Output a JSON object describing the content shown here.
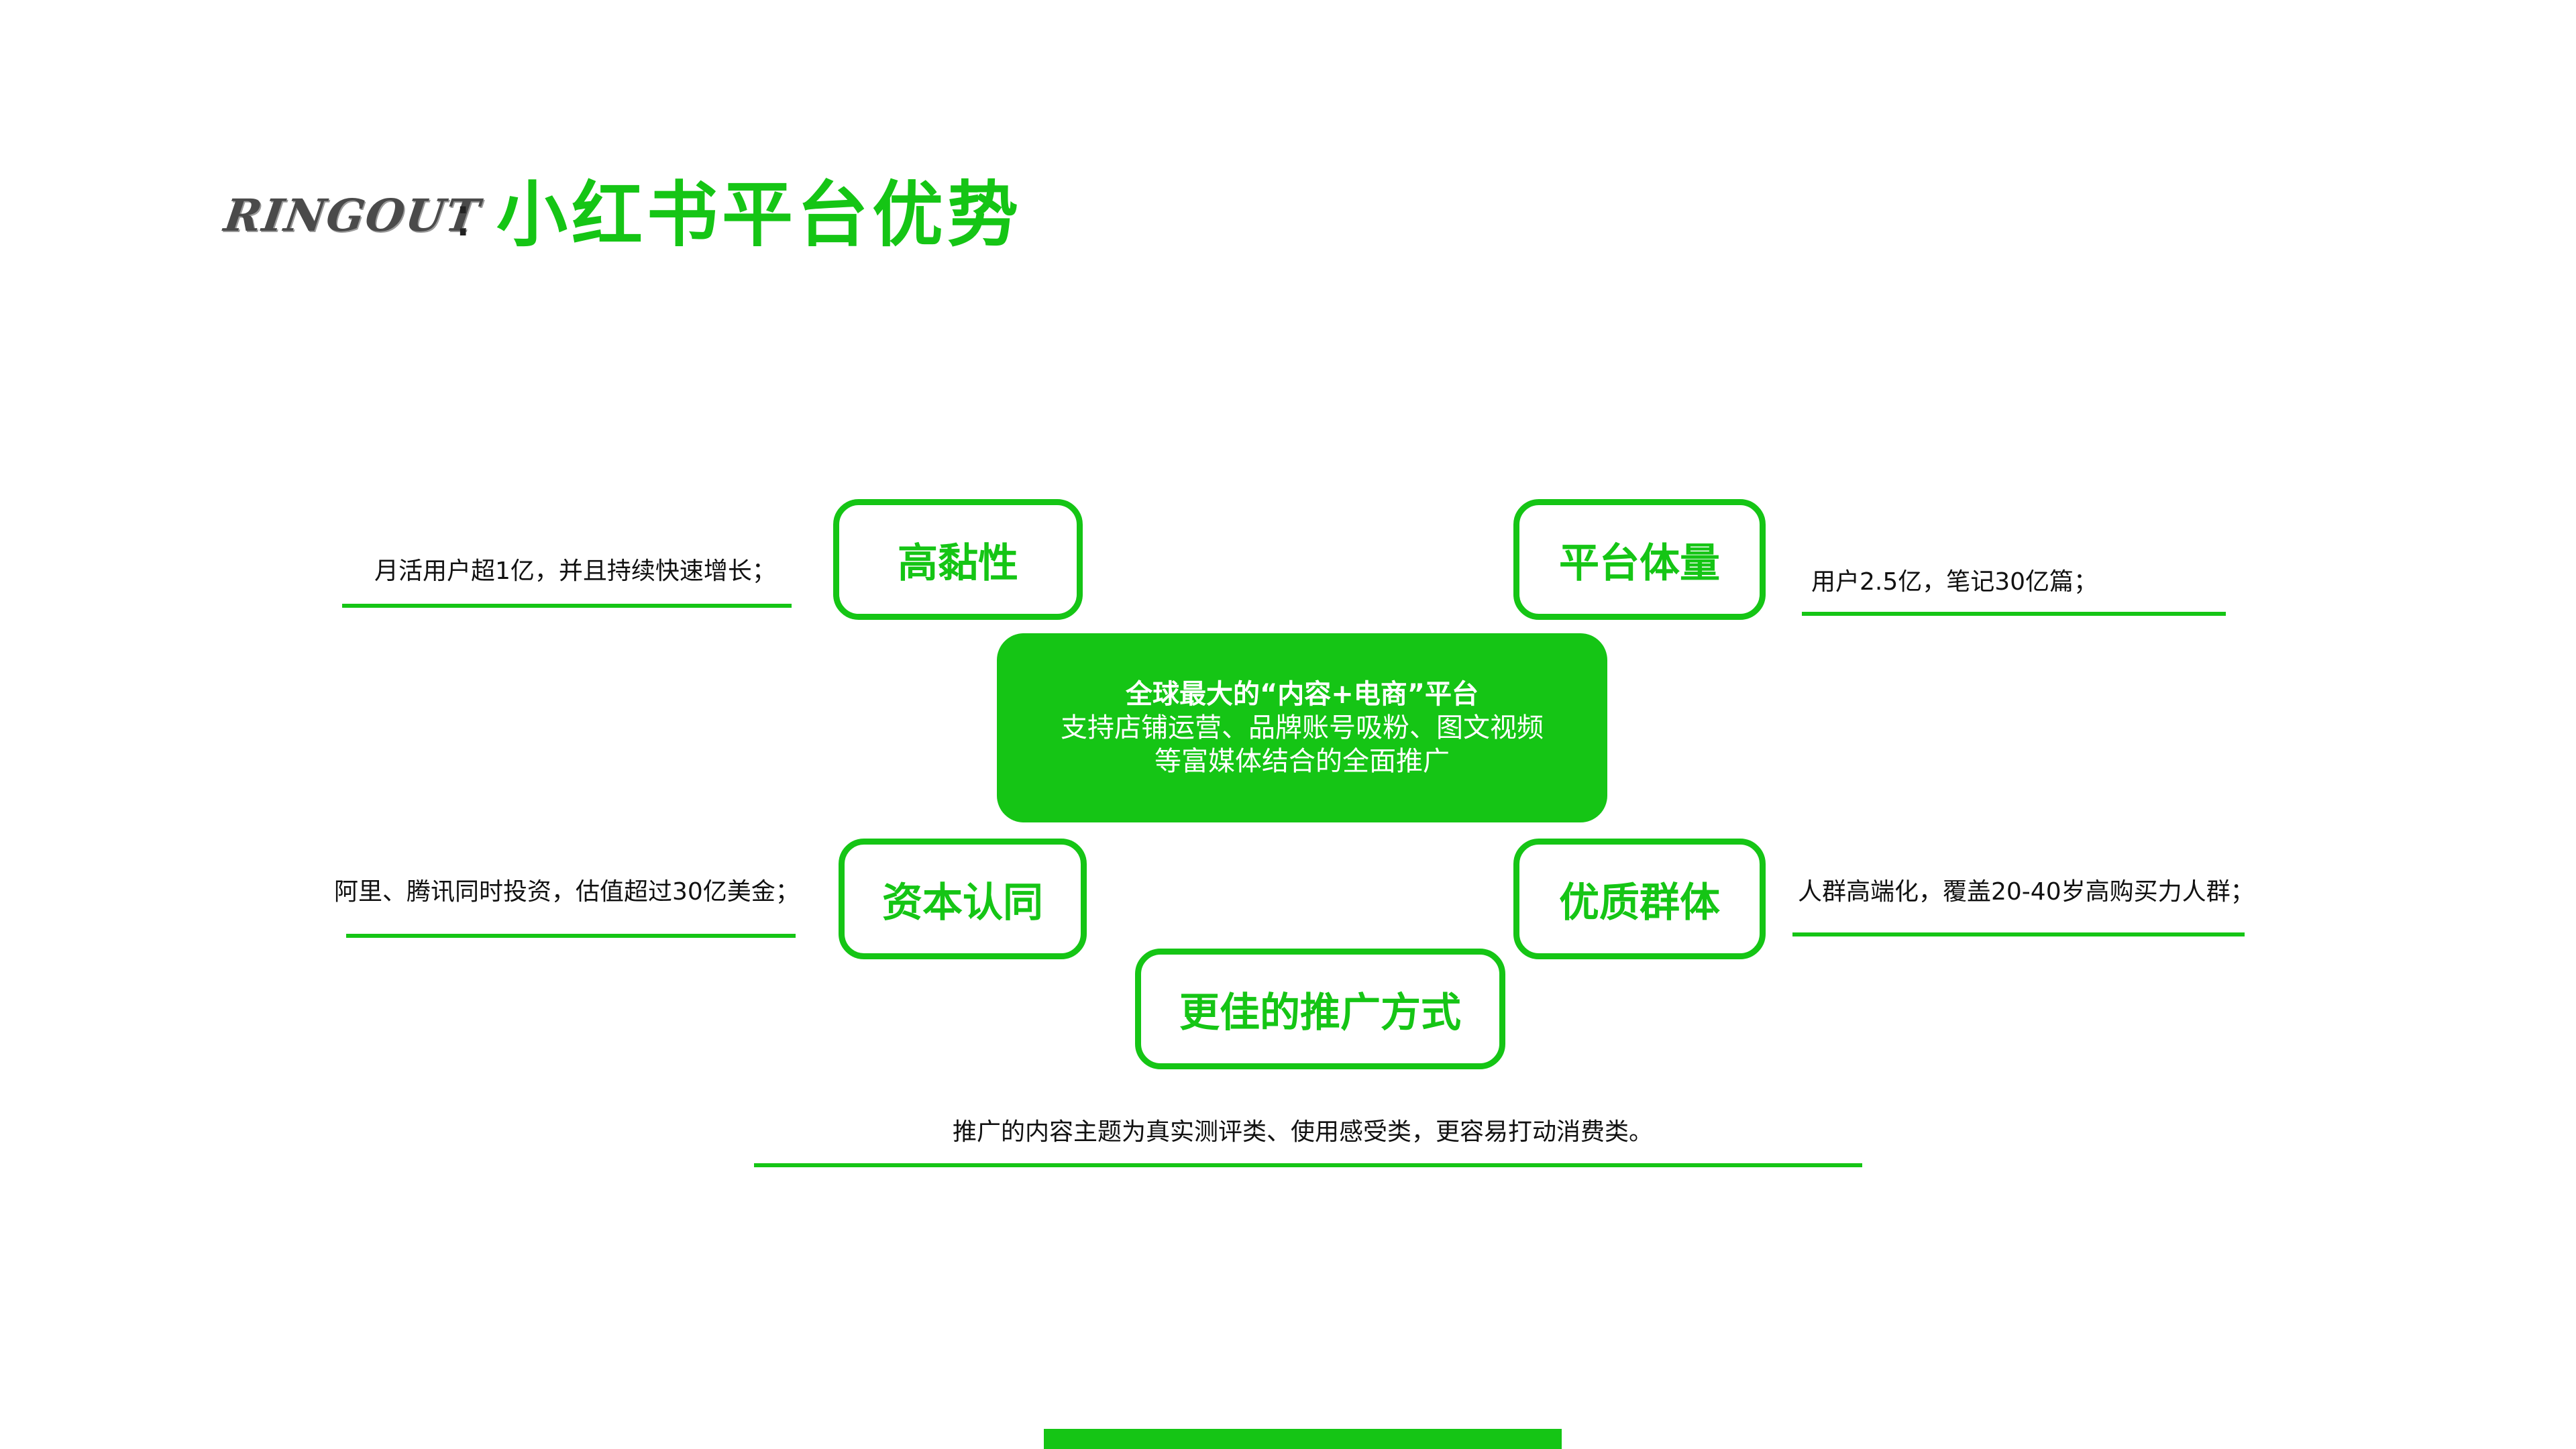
{
  "header": {
    "logo_text": "RINGOUT",
    "colon": ":",
    "title": "小红书平台优势"
  },
  "center": {
    "title": "全球最大的“内容+电商”平台",
    "line1": "支持店铺运营、品牌账号吸粉、图文视频",
    "line2": "等富媒体结合的全面推广"
  },
  "nodes": {
    "stickiness": {
      "label": "高黏性",
      "desc": "月活用户超1亿，并且持续快速增长；"
    },
    "platform_volume": {
      "label": "平台体量",
      "desc": "用户2.5亿，笔记30亿篇；"
    },
    "capital": {
      "label": "资本认同",
      "desc": "阿里、腾讯同时投资，估值超过30亿美金；"
    },
    "quality_group": {
      "label": "优质群体",
      "desc": "人群高端化，覆盖20-40岁高购买力人群；"
    },
    "promotion": {
      "label": "更佳的推广方式",
      "desc": "推广的内容主题为真实测评类、使用感受类，更容易打动消费类。"
    }
  },
  "colors": {
    "accent": "#15c515",
    "text": "#111111",
    "logo": "#4a4a4a"
  }
}
